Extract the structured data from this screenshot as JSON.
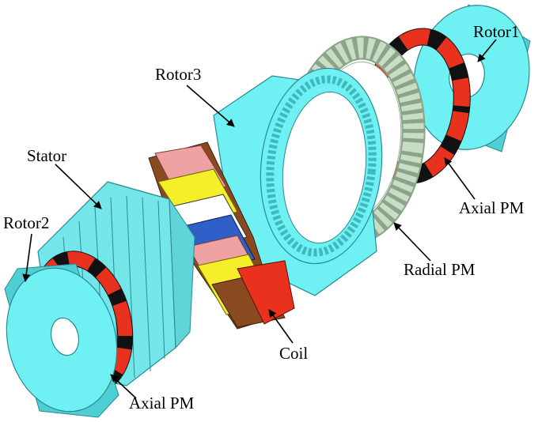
{
  "labels": {
    "rotor1": "Rotor1",
    "rotor3": "Rotor3",
    "stator": "Stator",
    "rotor2": "Rotor2",
    "axial_pm_right": "Axial PM",
    "radial_pm": "Radial PM",
    "coil": "Coil",
    "axial_pm_left": "Axial PM"
  },
  "colors": {
    "rotor": "#6ff0f2",
    "rotor_edge": "#2a8a90",
    "stator": "#74e6ea",
    "magnet_red": "#e8321e",
    "magnet_black": "#111111",
    "radial_pm": "#b9d0b5",
    "coil_yellow": "#f5ee2a",
    "coil_brown": "#8a4a20",
    "coil_pink": "#f0a2a2",
    "coil_blue": "#2f5fc8"
  }
}
